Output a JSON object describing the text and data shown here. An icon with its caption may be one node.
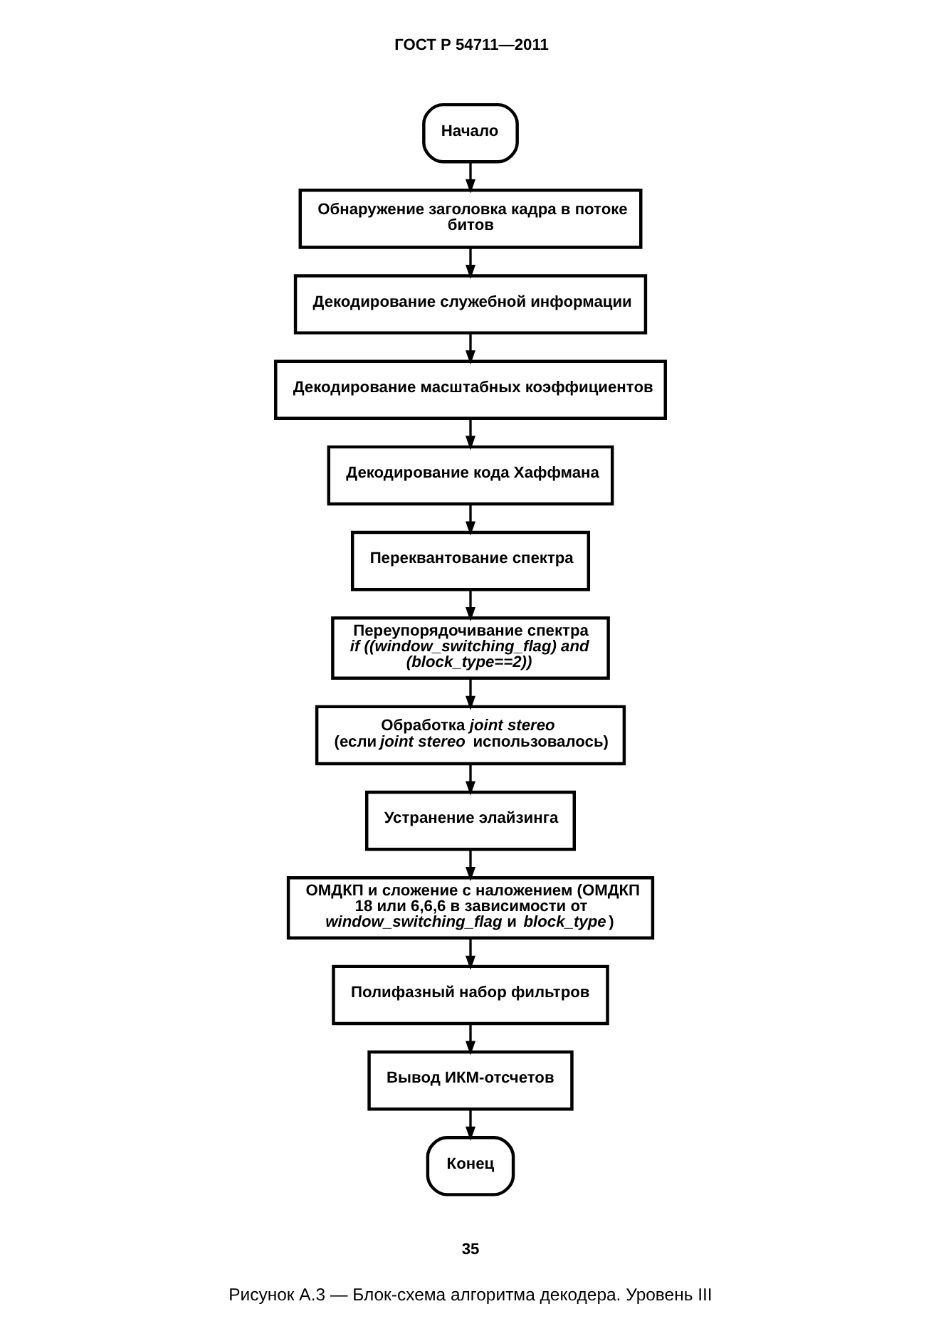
{
  "diagram": {
    "caption": "Рисунок А.3 — Блок-схема алгоритма декодера. Уровень III",
    "nodes": [
      {
        "text": [
          "Начало"
        ]
      },
      {
        "text": [
          "Обнаружение заголовка кадра в потоке битов"
        ]
      },
      {
        "text": [
          "Декодирование служебной информации"
        ]
      },
      {
        "text": [
          "Декодирование масштабных коэффициентов"
        ]
      },
      {
        "text": [
          "Декодирование кода Хаффмана"
        ]
      },
      {
        "text": [
          "Переквантование спектра"
        ]
      },
      {
        "text": [
          "Переупорядочивание спектра",
          "*if ((window_switching_flag) and (block_type==2))*"
        ]
      },
      {
        "text": [
          "Обработка *joint stereo*",
          "(если *joint stereo* использовалось)"
        ]
      },
      {
        "text": [
          "Устранение элайзинга"
        ]
      },
      {
        "text": [
          "ОМДКП и сложение с наложением (ОМДКП 18 или 6,6,6 в зависимости от *window_switching_flag* и *block_type*)"
        ]
      },
      {
        "text": [
          "Полифазный набор фильтров"
        ]
      },
      {
        "text": [
          "Вывод ИКМ-отсчетов"
        ]
      },
      {
        "text": [
          "Конец"
        ]
      }
    ],
    "edges": [
      {
        "from": 0,
        "to": 1,
        "arrow": "to"
      },
      {
        "from": 1,
        "to": 2,
        "arrow": "to"
      },
      {
        "from": 2,
        "to": 3,
        "arrow": "to"
      },
      {
        "from": 3,
        "to": 4,
        "arrow": "to"
      },
      {
        "from": 4,
        "to": 5,
        "arrow": "to"
      },
      {
        "from": 5,
        "to": 6,
        "arrow": "to"
      },
      {
        "from": 6,
        "to": 7,
        "arrow": "to"
      },
      {
        "from": 7,
        "to": 8,
        "arrow": "to"
      },
      {
        "from": 8,
        "to": 9,
        "arrow": "to"
      },
      {
        "from": 9,
        "to": 10,
        "arrow": "to"
      },
      {
        "from": 10,
        "to": 11,
        "arrow": "to"
      },
      {
        "from": 11,
        "to": 12,
        "arrow": "to"
      }
    ],
    "labels": [
      "ГОСТ Р 54711—2011",
      "35"
    ]
  }
}
